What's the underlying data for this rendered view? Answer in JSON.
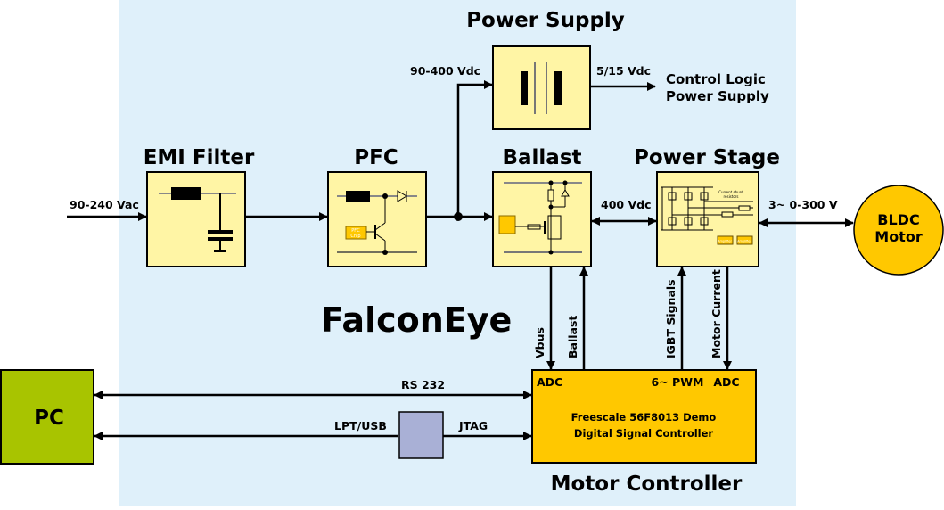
{
  "colors": {
    "background": "#dff0fa",
    "block": "#fff5a5",
    "controller": "#ffc800",
    "pc": "#a8c400",
    "jtag": "#a9b0d6",
    "motor": "#ffc800"
  },
  "diagram_title": "FalconEye",
  "blocks": {
    "power_supply": {
      "title": "Power Supply"
    },
    "emi_filter": {
      "title": "EMI Filter"
    },
    "pfc": {
      "title": "PFC",
      "chip_label_1": "PFC",
      "chip_label_2": "Chip"
    },
    "ballast": {
      "title": "Ballast"
    },
    "power_stage": {
      "title": "Power Stage",
      "shunt_label_1": "Current shunt",
      "shunt_label_2": "resistors",
      "amp_label": "Amplifier"
    },
    "motor": {
      "line1": "BLDC",
      "line2": "Motor"
    },
    "pc": {
      "label": "PC"
    },
    "controller": {
      "title": "Motor Controller",
      "adc_left": "ADC",
      "pwm": "6~ PWM",
      "adc_right": "ADC",
      "line1": "Freescale 56F8013 Demo",
      "line2": "Digital Signal Controller"
    }
  },
  "signals": {
    "ac_in": "90-240 Vac",
    "dc_bus": "90-400 Vdc",
    "logic_out": "5/15 Vdc",
    "logic_target_1": "Control Logic",
    "logic_target_2": "Power Supply",
    "ballast_out": "400 Vdc",
    "motor_out": "3~ 0-300 V",
    "vbus": "Vbus",
    "ballast_ctrl": "Ballast",
    "igbt": "IGBT Signals",
    "motor_current": "Motor Current",
    "rs232": "RS 232",
    "lpt_usb": "LPT/USB",
    "jtag": "JTAG"
  }
}
